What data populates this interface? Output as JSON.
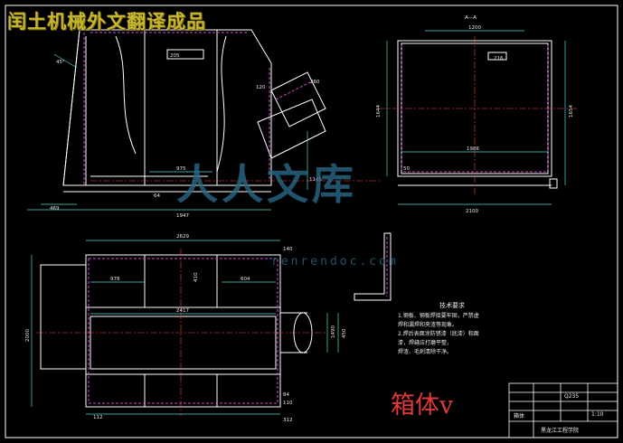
{
  "banner": "闰土机械外文翻译成品",
  "drawing_title": "箱体v",
  "watermark": {
    "brand": "人人文库",
    "url": "renrendoc.com"
  },
  "technical_notes": {
    "heading": "技术要求",
    "lines": [
      "1.钢板、钢板焊接要牢固，严禁虚",
      "  焊和漏焊和夹渣等现象。",
      "2.焊后表面涂防锈漆（底漆）和面",
      "  漆，焊缝应打磨平整，",
      "  焊渣、毛刺清除干净。"
    ]
  },
  "section_label": "A—A",
  "dimensions": {
    "front_view": [
      "975",
      "64",
      "205",
      "1947",
      "469",
      "45°",
      "120",
      "260",
      "1145"
    ],
    "section_view": [
      "1200",
      "216",
      "1644",
      "1654",
      "1986",
      "50",
      "2100"
    ],
    "top_view": [
      "2629",
      "140",
      "978",
      "410",
      "604",
      "2417",
      "2000",
      "1490",
      "450",
      "112",
      "110",
      "312",
      "84"
    ]
  },
  "title_block": {
    "school": "黑龙江工程学院",
    "part_name": "箱体",
    "material": "Q235",
    "scale": "1:10"
  },
  "colors": {
    "background": "#000000",
    "outline": "#ffffff",
    "dimension": "#48d8d8",
    "hidden": "#d04ad0",
    "centerline": "#ff4040",
    "banner": "#c8b52e",
    "title": "#e03a3a"
  }
}
